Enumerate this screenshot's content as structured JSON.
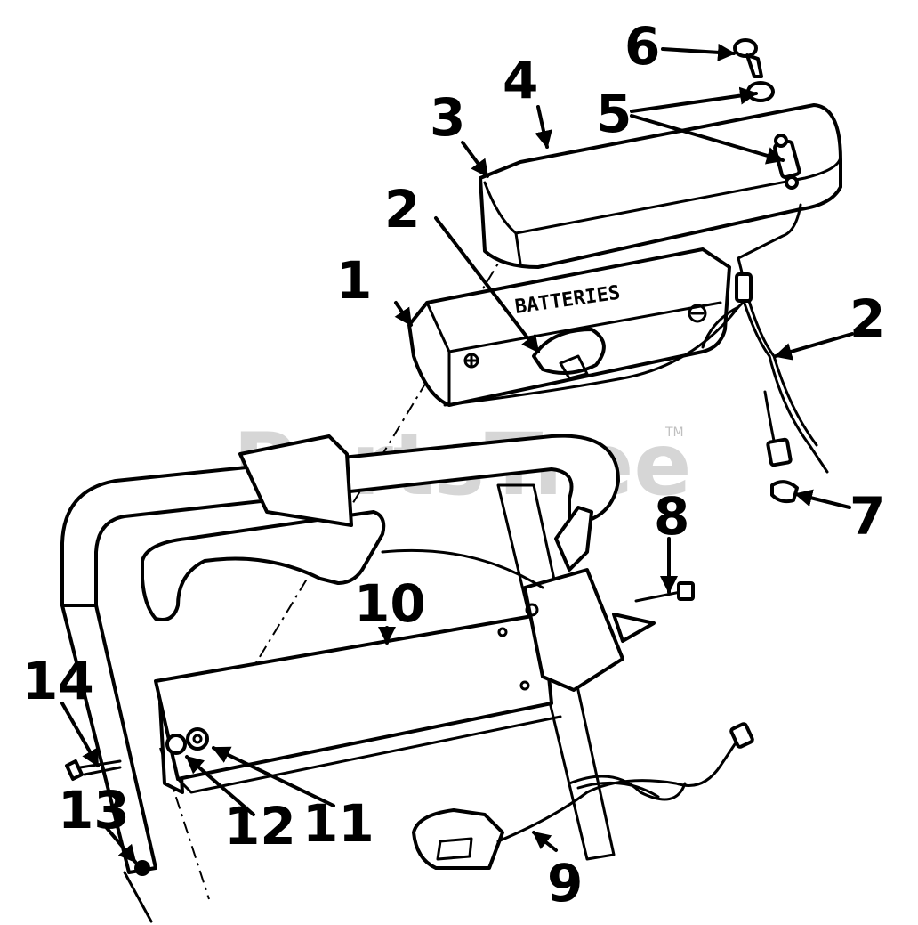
{
  "watermark": {
    "text": "PartsTree",
    "trademark": "TM"
  },
  "battery_box_label": "BATTERIES",
  "callouts": [
    "1",
    "2",
    "2",
    "3",
    "4",
    "5",
    "6",
    "7",
    "8",
    "9",
    "10",
    "11",
    "12",
    "13",
    "14"
  ],
  "colors": {
    "ink": "#000000",
    "paper": "#ffffff",
    "watermark": "#d0d0d0"
  }
}
